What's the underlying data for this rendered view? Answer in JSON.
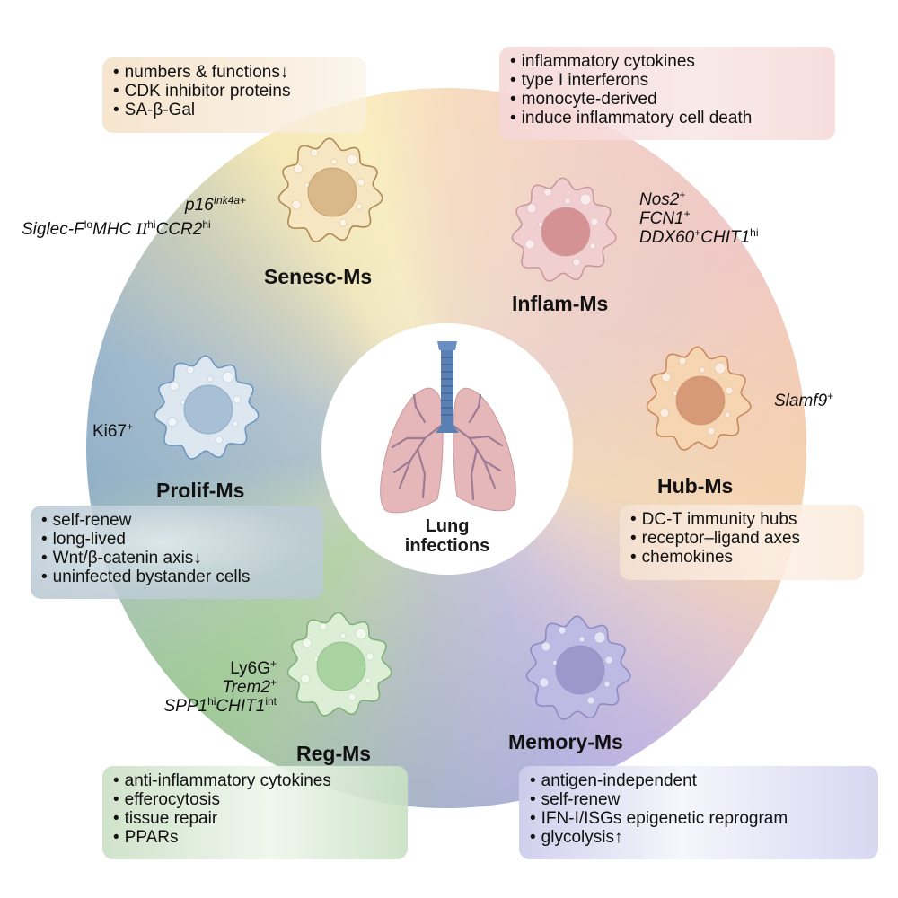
{
  "center": {
    "label_line1": "Lung",
    "label_line2": "infections",
    "icon": "lungs-icon"
  },
  "colors": {
    "senesc": {
      "fill": "#f7e6c2",
      "stroke": "#b08a55",
      "nucleus": "#d9b889"
    },
    "inflam": {
      "fill": "#f1cfd0",
      "stroke": "#c99a9c",
      "nucleus": "#d49295"
    },
    "hub": {
      "fill": "#f6d5b3",
      "stroke": "#c98a5c",
      "nucleus": "#d79a78"
    },
    "memory": {
      "fill": "#bdbbe4",
      "stroke": "#8f8cc2",
      "nucleus": "#9c98cc"
    },
    "reg": {
      "fill": "#dcefd6",
      "stroke": "#7fb078",
      "nucleus": "#a9d3a0"
    },
    "prolif": {
      "fill": "#dde7ef",
      "stroke": "#6f96bf",
      "nucleus": "#a9bfd3"
    },
    "trachea": "#5a7fb3",
    "lung": "#e6b7b9",
    "airway": "#9c7c95"
  },
  "cells": {
    "senesc": {
      "name": "Senesc-Ms",
      "markers": {
        "line1_base": "p16",
        "line1_sup": "Ink4a+",
        "line2_a": "Siglec-F",
        "line2_a_sup": "lo",
        "line2_b": "MHC ",
        "line2_c": "II",
        "line2_c_sup": "hi",
        "line2_d": "CCR2",
        "line2_d_sup": "hi"
      },
      "features": [
        "numbers & functions↓",
        "CDK inhibitor proteins",
        "SA-β-Gal"
      ]
    },
    "inflam": {
      "name": "Inflam-Ms",
      "markers": {
        "line1": "Nos2",
        "line1_sup": "+",
        "line2": "FCN1",
        "line2_sup": "+",
        "line3_a": "DDX60",
        "line3_a_sup": "+",
        "line3_b": "CHIT1",
        "line3_b_sup": "hi"
      },
      "features": [
        "inflammatory cytokines",
        "type I interferons",
        "monocyte-derived",
        "induce inflammatory cell death"
      ]
    },
    "hub": {
      "name": "Hub-Ms",
      "markers": {
        "line1": "Slamf9",
        "line1_sup": "+"
      },
      "features": [
        "DC-T immunity hubs",
        "receptor–ligand axes",
        "chemokines"
      ]
    },
    "memory": {
      "name": "Memory-Ms",
      "features": [
        "antigen-independent",
        "self-renew",
        "IFN-I/ISGs epigenetic reprogram",
        "glycolysis↑"
      ]
    },
    "reg": {
      "name": "Reg-Ms",
      "markers": {
        "line1": "Ly6G",
        "line1_sup": "+",
        "line2": "Trem2",
        "line2_sup": "+",
        "line3_a": "SPP1",
        "line3_a_sup": "hi",
        "line3_b": "CHIT1",
        "line3_b_sup": "int"
      },
      "features": [
        "anti-inflammatory cytokines",
        "efferocytosis",
        "tissue repair",
        "PPARs"
      ]
    },
    "prolif": {
      "name": "Prolif-Ms",
      "markers": {
        "line1": "Ki67",
        "line1_sup": "+"
      },
      "features": [
        "self-renew",
        "long-lived",
        "Wnt/β-catenin axis↓",
        "uninfected bystander cells"
      ]
    }
  }
}
